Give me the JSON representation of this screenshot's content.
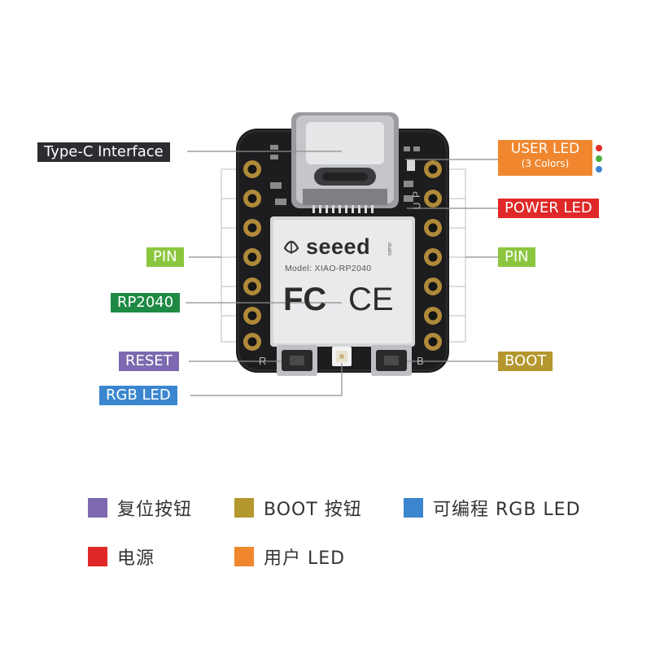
{
  "board": {
    "brand": "seeed",
    "brand_sub": "studio",
    "model_text": "Model: XIAO-RP2040",
    "fcc_mark": "FC",
    "ce_mark": "CE",
    "silk_reset": "R",
    "silk_boot": "B",
    "silk_pwr_a": "P",
    "silk_pwr_b": "U"
  },
  "callouts": {
    "type_c": {
      "label": "Type-C Interface",
      "color": "#2b2d33"
    },
    "user_led": {
      "label": "USER LED",
      "sublabel": "(3 Colors)",
      "color": "#f0872e"
    },
    "power_led": {
      "label": "POWER LED",
      "color": "#e02828"
    },
    "pin_left": {
      "label": "PIN",
      "color": "#8cc63e"
    },
    "pin_right": {
      "label": "PIN",
      "color": "#8cc63e"
    },
    "rp2040": {
      "label": "RP2040",
      "color": "#1f8a45"
    },
    "reset": {
      "label": "RESET",
      "color": "#7c69b0"
    },
    "boot": {
      "label": "BOOT",
      "color": "#b4972d"
    },
    "rgb_led": {
      "label": "RGB LED",
      "color": "#3b86cf"
    }
  },
  "user_led_dots": [
    "#e02828",
    "#4cae3e",
    "#3b86cf"
  ],
  "legend": [
    {
      "label": "复位按钮",
      "color": "#7c69b0"
    },
    {
      "label": "BOOT 按钮",
      "color": "#b4972d"
    },
    {
      "label": "可编程 RGB LED",
      "color": "#3b86cf"
    },
    {
      "label": "电源",
      "color": "#e02828"
    },
    {
      "label": "用户 LED",
      "color": "#f0872e"
    }
  ]
}
